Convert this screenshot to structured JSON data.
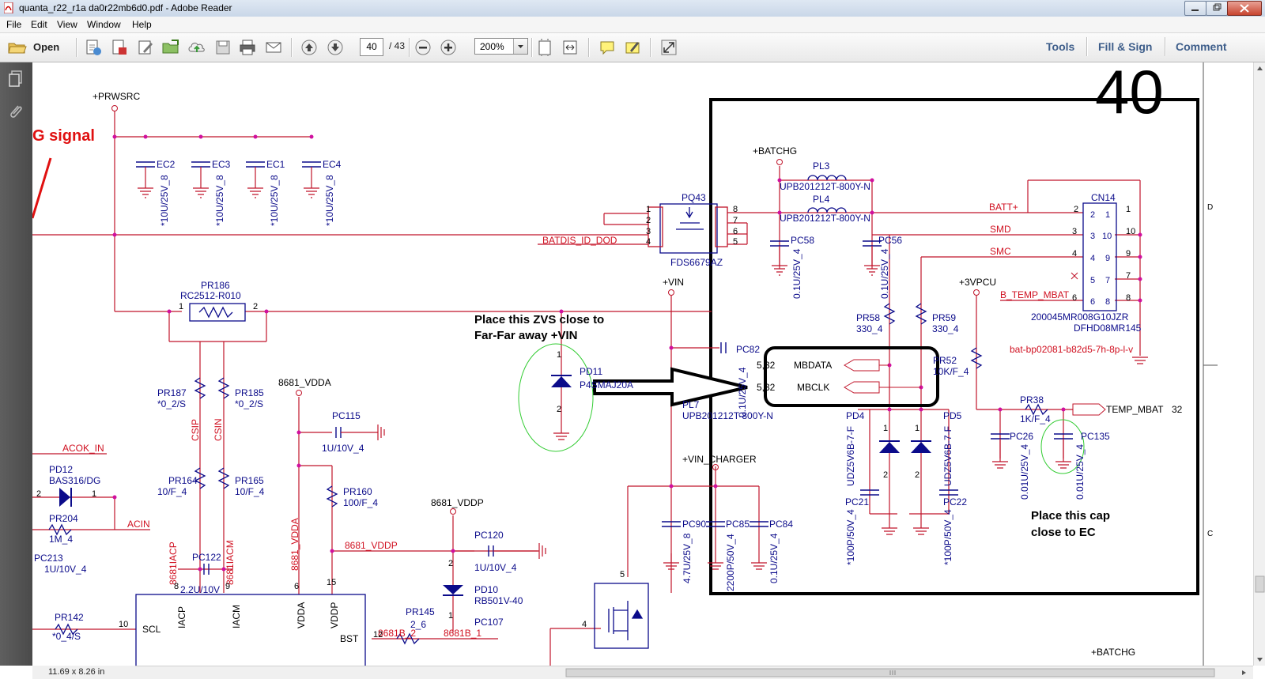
{
  "window": {
    "title": "quanta_r22_r1a  da0r22mb6d0.pdf - Adobe Reader"
  },
  "menu": [
    "File",
    "Edit",
    "View",
    "Window",
    "Help"
  ],
  "toolbar": {
    "open_label": "Open",
    "page_current": "40",
    "page_total": "/ 43",
    "zoom": "200%",
    "tools": "Tools",
    "fill_sign": "Fill & Sign",
    "comment": "Comment"
  },
  "status": {
    "page_size": "11.69 x 8.26 in"
  },
  "schematic": {
    "page_number": "40",
    "red_note": "G signal",
    "nets": {
      "prwsrc": "+PRWSRC",
      "batchg": "+BATCHG",
      "batchg2": "+BATCHG",
      "vin": "+VIN",
      "vin_charger": "+VIN_CHARGER",
      "p3vpcu": "+3VPCU",
      "vdda": "8681_VDDA",
      "vddp": "8681_VDDP",
      "vddp2": "8681_VDDP",
      "vdda_v": "8681_VDDA",
      "batdis": "BATDIS_ID_DOD",
      "acok": "ACOK_IN",
      "acin": "ACIN",
      "batt": "BATT+",
      "smd": "SMD",
      "smc": "SMC",
      "btemp": "B_TEMP_MBAT",
      "temp_mbat": "TEMP_MBAT",
      "temp_mbat_ref": "32",
      "mbdata": "MBDATA",
      "mbclk": "MBCLK",
      "mbdata_ref": "5,32",
      "mbclk_ref": "5,32",
      "csip": "CSIP",
      "csin": "CSIN",
      "acp": "8681IACP",
      "acm": "8681IACM",
      "b2": "8681B_2",
      "b1": "8681B_1"
    },
    "parts": {
      "ec2": "EC2",
      "ec3": "EC3",
      "ec1": "EC1",
      "ec4": "EC4",
      "ec_val": "*10U/25V_8",
      "pq43": "PQ43",
      "pq43_val": "FDS6679AZ",
      "pl3": "PL3",
      "pl4": "PL4",
      "pl_val": "UPB201212T-800Y-N",
      "pc58": "PC58",
      "pc56": "PC56",
      "pc_01u": "0.1U/25V_4",
      "cn14": "CN14",
      "cn14_val1": "200045MR008G10JZR",
      "cn14_val2": "DFHD08MR145",
      "cn14_note": "bat-bp02081-b82d5-7h-8p-l-v",
      "pr186": "PR186",
      "pr186_val": "RC2512-R010",
      "pr187": "PR187",
      "pr185": "PR185",
      "pr_0": "*0_2/S",
      "pr164": "PR164",
      "pr165": "PR165",
      "pr_10f": "10/F_4",
      "pd11": "PD11",
      "pd11_val": "P4SMAJ20A",
      "pl7": "PL7",
      "pc82": "PC82",
      "pc82_val": "0.1U/25V_4",
      "pr58": "PR58",
      "pr59": "PR59",
      "pr_330": "330_4",
      "pr52": "PR52",
      "pr52_val": "10K/F_4",
      "pr38": "PR38",
      "pr38_val": "1K/F_4",
      "pc26": "PC26",
      "pc135": "PC135",
      "pc_001u": "0.01U/25V_4",
      "pd4": "PD4",
      "pd5": "PD5",
      "pd_val": "UDZ5V6B-7-F",
      "pc21": "PC21",
      "pc22": "PC22",
      "pc_100p": "*100P/50V_4",
      "pc115": "PC115",
      "pc115_val": "1U/10V_4",
      "pr160": "PR160",
      "pr160_val": "100/F_4",
      "pc120": "PC120",
      "pc120_val": "1U/10V_4",
      "pd10": "PD10",
      "pd10_val": "RB501V-40",
      "pr145": "PR145",
      "pr145_val": "2_6",
      "pc107": "PC107",
      "pc90": "PC90",
      "pc90_val": "4.7U/25V_8",
      "pc85": "PC85",
      "pc85_val": "2200P/50V_4",
      "pc84": "PC84",
      "pc84_val": "0.1U/25V_4",
      "pd12": "PD12",
      "pd12_val": "BAS316/DG",
      "pr204": "PR204",
      "pr204_val": "1M_4",
      "pc213": "PC213",
      "pc213_val": "1U/10V_4",
      "pc122": "PC122",
      "pc122_val": "2.2U/10V",
      "pr142": "PR142",
      "pr142_val": "*0_4/S",
      "pin_scl": "SCL",
      "pin_iacp": "IACP",
      "pin_iacm": "IACM",
      "pin_vdda": "VDDA",
      "pin_vddp": "VDDP",
      "pin_bst": "BST"
    },
    "notes": {
      "zvs1": "Place this ZVS close to",
      "zvs2": "Far-Far away +VIN",
      "cap1": "Place this cap",
      "cap2": "close to EC"
    },
    "border_letters": {
      "d": "D",
      "c": "C"
    }
  }
}
